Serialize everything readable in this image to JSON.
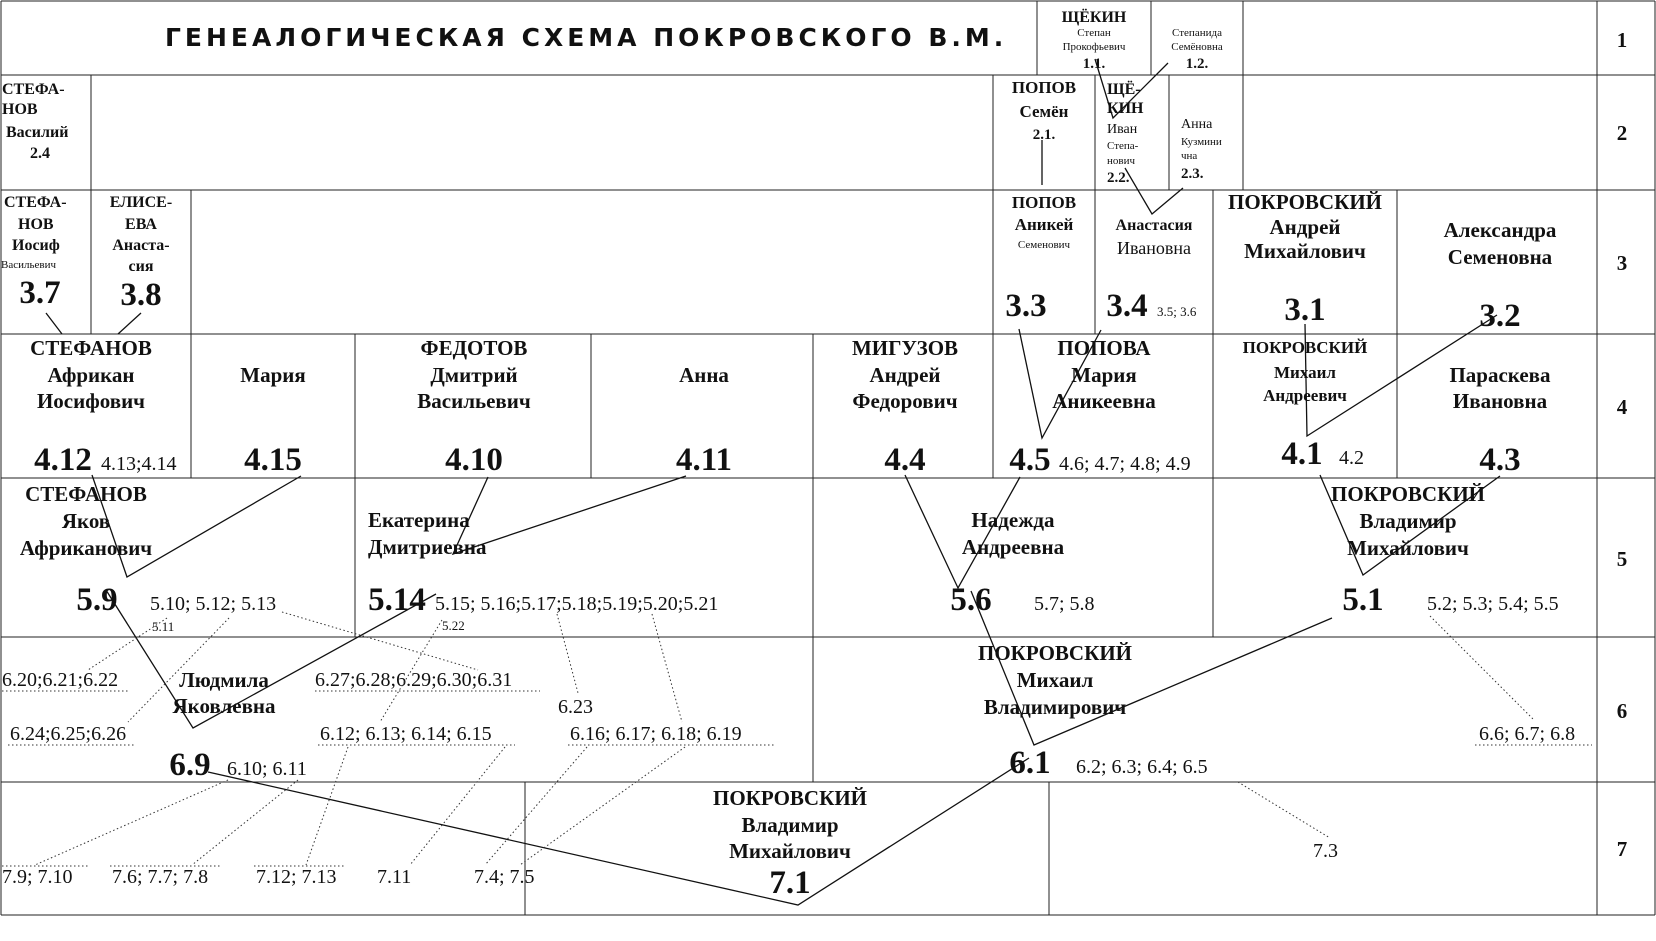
{
  "title": "ГЕНЕАЛОГИЧЕСКАЯ СХЕМА ПОКРОВСКОГО В.М.",
  "row_numbers": [
    "1",
    "2",
    "3",
    "4",
    "5",
    "6",
    "7"
  ],
  "gen1": {
    "shchekin_surname": "ЩЁКИН",
    "shchekin_given": [
      "Степан",
      "Прокофьевич"
    ],
    "shchekin_id": "1.1.",
    "stepanida_given": [
      "Степанида",
      "Семёновна"
    ],
    "stepanida_id": "1.2."
  },
  "gen2": {
    "stefanov_vasily": [
      "СТЕФА-",
      "НОВ",
      "Василий"
    ],
    "stefanov_vasily_id": "2.4",
    "popov_semyon": [
      "ПОПОВ",
      "Семён"
    ],
    "popov_semyon_id": "2.1.",
    "shchekin_ivan_surname": [
      "ЩЁ-",
      "КИН"
    ],
    "shchekin_ivan_given": [
      "Иван",
      "Степа-",
      "нович"
    ],
    "shchekin_ivan_id": "2.2.",
    "anna_given": [
      "Анна",
      "Кузмини",
      "чна"
    ],
    "anna_id": "2.3."
  },
  "gen3": {
    "stefanov_iosif": [
      "СТЕФА-",
      "НОВ",
      "Иосиф",
      "Васильевич"
    ],
    "stefanov_iosif_id": "3.7",
    "eliseeva": [
      "ЕЛИСЕ-",
      "ЕВА",
      "Анаста-",
      "сия"
    ],
    "eliseeva_id": "3.8",
    "popov_anikey": [
      "ПОПОВ",
      "Аникей",
      "Семенович"
    ],
    "popov_anikey_id": "3.3",
    "anastasia": [
      "Анастасия",
      "Ивановна"
    ],
    "anastasia_id": "3.4",
    "anastasia_refs": "3.5; 3.6",
    "pokrovsky_andrey": [
      "ПОКРОВСКИЙ",
      "Андрей",
      "Михайлович"
    ],
    "pokrovsky_andrey_id": "3.1",
    "alexandra": [
      "Александра",
      "Семеновна"
    ],
    "alexandra_id": "3.2"
  },
  "gen4": {
    "stefanov_afrikan": [
      "СТЕФАНОВ",
      "Африкан",
      "Иосифович"
    ],
    "stefanov_afrikan_id": "4.12",
    "stefanov_afrikan_refs": "4.13;4.14",
    "maria": "Мария",
    "maria_id": "4.15",
    "fedotov": [
      "ФЕДОТОВ",
      "Дмитрий",
      "Васильевич"
    ],
    "fedotov_id": "4.10",
    "anna": "Анна",
    "anna_id": "4.11",
    "miguzov": [
      "МИГУЗОВ",
      "Андрей",
      "Федорович"
    ],
    "miguzov_id": "4.4",
    "popova": [
      "ПОПОВА",
      "Мария",
      "Аникеевна"
    ],
    "popova_id": "4.5",
    "popova_refs": "4.6; 4.7; 4.8; 4.9",
    "pokrovsky_mikhail": [
      "ПОКРОВСКИЙ",
      "Михаил",
      "Андреевич"
    ],
    "pokrovsky_mikhail_id": "4.1",
    "pokrovsky_mikhail_refs": "4.2",
    "paraskeva": [
      "Параскева",
      "Ивановна"
    ],
    "paraskeva_id": "4.3"
  },
  "gen5": {
    "stefanov_yakov": [
      "СТЕФАНОВ",
      "Яков",
      "Африканович"
    ],
    "stefanov_yakov_id": "5.9",
    "stefanov_yakov_refs": "5.10;  5.12;  5.13",
    "stefanov_yakov_refs2": "5.11",
    "ekaterina": [
      "Екатерина",
      "Дмитриевна"
    ],
    "ekaterina_id": "5.14",
    "ekaterina_refs": "5.15; 5.16;5.17;5.18;5.19;5.20;5.21",
    "ekaterina_refs2": "5.22",
    "nadezhda": [
      "Надежда",
      "Андреевна"
    ],
    "nadezhda_id": "5.6",
    "nadezhda_refs": "5.7; 5.8",
    "pokrovsky_vladimir": [
      "ПОКРОВСКИЙ",
      "Владимир",
      "Михайлович"
    ],
    "pokrovsky_vladimir_id": "5.1",
    "pokrovsky_vladimir_refs": "5.2; 5.3; 5.4; 5.5"
  },
  "gen6": {
    "refs_a": "6.20;6.21;6.22",
    "refs_b": "6.24;6.25;6.26",
    "lyudmila": [
      "Людмила",
      "Яковлевна"
    ],
    "lyudmila_id": "6.9",
    "lyudmila_refs": "6.10; 6.11",
    "refs_c": "6.27;6.28;6.29;6.30;6.31",
    "refs_d": "6.23",
    "refs_e": "6.12; 6.13; 6.14; 6.15",
    "refs_f": "6.16; 6.17; 6.18; 6.19",
    "pokrovsky_mikhail_v": [
      "ПОКРОВСКИЙ",
      "Михаил",
      "Владимирович"
    ],
    "pokrovsky_mikhail_v_id": "6.1",
    "pokrovsky_mikhail_v_refs": "6.2; 6.3; 6.4; 6.5",
    "refs_g": "6.6; 6.7; 6.8"
  },
  "gen7": {
    "refs_a": "7.9; 7.10",
    "refs_b": "7.6; 7.7; 7.8",
    "refs_c": "7.12;  7.13",
    "refs_d": "7.11",
    "refs_e": "7.4; 7.5",
    "pokrovsky_vladimir_m": [
      "ПОКРОВСКИЙ",
      "Владимир",
      "Михайлович"
    ],
    "pokrovsky_vladimir_m_id": "7.1",
    "refs_f": "7.3"
  }
}
